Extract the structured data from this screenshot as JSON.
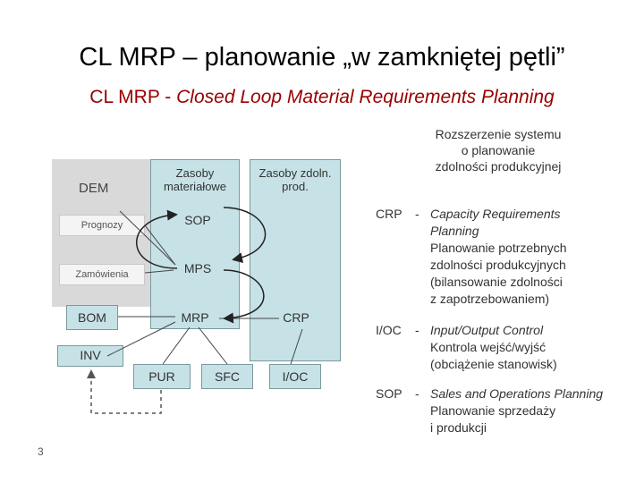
{
  "slide": {
    "title": "CL MRP – planowanie „w zamkniętej pętli”",
    "subtitle_prefix": "CL MRP - ",
    "subtitle_italic": "Closed Loop Material Requirements Planning",
    "page_number": "3"
  },
  "diagram": {
    "dem": "DEM",
    "prognozy": "Prognozy",
    "zamowienia": "Zamówienia",
    "zasoby_mat": "Zasoby materiałowe",
    "zasoby_zdoln": "Zasoby zdoln. prod.",
    "sop": "SOP",
    "mps": "MPS",
    "bom": "BOM",
    "mrp": "MRP",
    "crp": "CRP",
    "inv": "INV",
    "pur": "PUR",
    "sfc": "SFC",
    "ioc": "I/OC"
  },
  "extension": {
    "line1": "Rozszerzenie systemu",
    "line2": "o planowanie",
    "line3": "zdolności produkcyjnej"
  },
  "terms": [
    {
      "abbr": "CRP",
      "sep": "-",
      "en_line1": "Capacity Requirements",
      "en_line2": "Planning",
      "pl_lines": [
        "Planowanie potrzebnych",
        "zdolności produkcyjnych",
        "(bilansowanie zdolności",
        "z zapotrzebowaniem)"
      ]
    },
    {
      "abbr": "I/OC",
      "sep": "-",
      "en_line1": "Input/Output Control",
      "pl_lines": [
        "Kontrola wejść/wyjść",
        "(obciążenie stanowisk)"
      ]
    },
    {
      "abbr": "SOP",
      "sep": "-",
      "en_line1": "Sales and Operations Planning",
      "pl_lines": [
        "Planowanie sprzedaży",
        "i produkcji"
      ]
    }
  ],
  "colors": {
    "green_box": "#c6e2e6",
    "subtitle": "#990000",
    "panel": "#d9d9d9"
  }
}
